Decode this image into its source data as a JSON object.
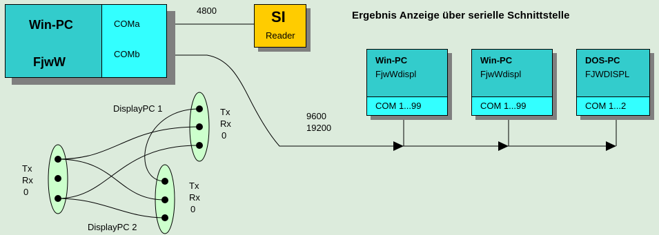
{
  "title": "Ergebnis Anzeige über serielle Schnittstelle",
  "main_pc": {
    "name": "Win-PC",
    "program": "FjwW",
    "port_a": "COMa",
    "port_b": "COMb"
  },
  "reader": {
    "name": "SI",
    "sub": "Reader",
    "baud": "4800"
  },
  "serial_bauds": [
    "9600",
    "19200"
  ],
  "displays": [
    {
      "name": "Win-PC",
      "program": "FjwWdispl",
      "ports": "COM 1...99"
    },
    {
      "name": "Win-PC",
      "program": "FjwWdispl",
      "ports": "COM 1...99"
    },
    {
      "name": "DOS-PC",
      "program": "FJWDISPL",
      "ports": "COM 1...2"
    }
  ],
  "wiring": {
    "display_pc_1": "DisplayPC 1",
    "display_pc_2": "DisplayPC 2",
    "pins": [
      "Tx",
      "Rx",
      "0"
    ]
  },
  "colors": {
    "background": "#dcebdc",
    "cyan": "#33cccc",
    "cyan_light": "#33ffff",
    "reader_yellow": "#ffcc00",
    "connector_green": "#ccffcc",
    "shadow": "#7f7f7f"
  }
}
